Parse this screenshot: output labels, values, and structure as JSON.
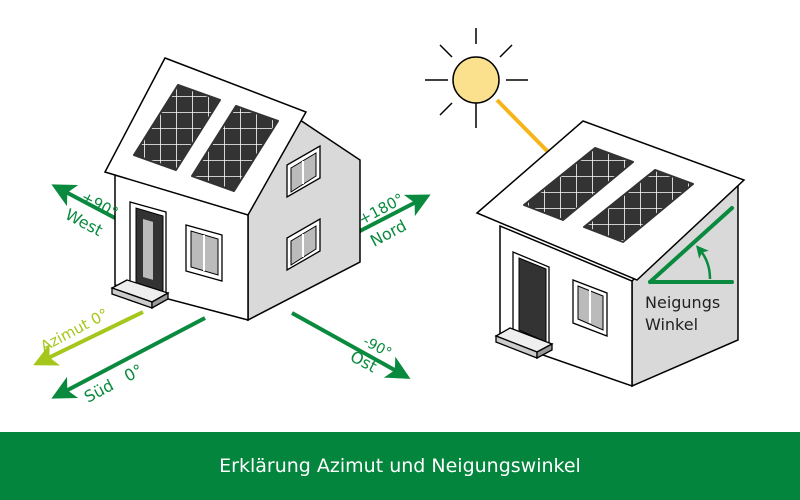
{
  "footer": {
    "title": "Erklärung Azimut und Neigungswinkel",
    "background": "#04853d"
  },
  "colors": {
    "green": "#0a8a3e",
    "light_green": "#a5c61a",
    "sun_fill": "#fbe08e",
    "sun_ray_arrow": "#f5b51b",
    "panel": "#333333",
    "wall_light": "#ffffff",
    "wall_shade": "#d9d9d9"
  },
  "left_house": {
    "directions": {
      "west_angle": "+90°",
      "west_label": "West",
      "north_angle": "+180°",
      "north_label": "Nord",
      "azimuth_label": "Azimut 0°",
      "south_label": "Süd",
      "south_angle": "0°",
      "east_angle": "-90°",
      "east_label": "Ost"
    }
  },
  "right_house": {
    "tilt_label_line1": "Neigungs",
    "tilt_label_line2": "Winkel"
  }
}
